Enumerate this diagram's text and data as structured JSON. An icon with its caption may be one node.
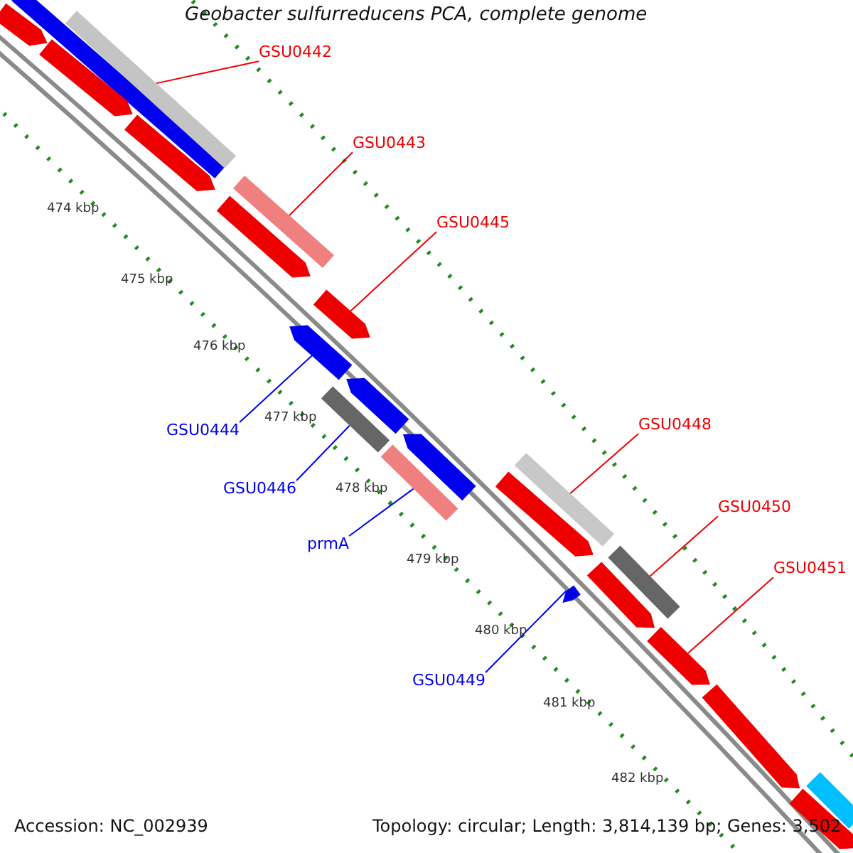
{
  "diagram": {
    "title": "Geobacter sulfurreducens PCA, complete genome",
    "nodes": [
      {
        "text": [
          "GSU0442"
        ]
      },
      {
        "text": [
          "GSU0443"
        ]
      },
      {
        "text": [
          "GSU0445"
        ]
      },
      {
        "text": [
          "GSU0444"
        ]
      },
      {
        "text": [
          "GSU0446"
        ]
      },
      {
        "text": [
          "prmA"
        ]
      },
      {
        "text": [
          "GSU0448"
        ]
      },
      {
        "text": [
          "GSU0450"
        ]
      },
      {
        "text": [
          "GSU0451"
        ]
      },
      {
        "text": [
          "GSU0449"
        ]
      },
      {
        "text": [],
        "shape": "bar"
      },
      {
        "text": [],
        "shape": "pentagon"
      },
      {
        "text": [],
        "shape": "pentagon"
      },
      {
        "text": [],
        "shape": "bar"
      },
      {
        "text": [],
        "shape": "pentagon"
      },
      {
        "text": [],
        "shape": "bar"
      },
      {
        "text": [],
        "shape": "pentagon"
      },
      {
        "text": [],
        "shape": "pentagon"
      },
      {
        "text": [],
        "shape": "pentagon"
      },
      {
        "text": [],
        "shape": "bar"
      },
      {
        "text": [],
        "shape": "pentagon"
      },
      {
        "text": [],
        "shape": "bar"
      },
      {
        "text": [],
        "shape": "pentagon"
      },
      {
        "text": [],
        "shape": "pentagon"
      },
      {
        "text": [],
        "shape": "bar"
      },
      {
        "text": [],
        "shape": "pentagon"
      },
      {
        "text": [],
        "shape": "pentagon"
      },
      {
        "text": [],
        "shape": "bar"
      },
      {
        "text": [],
        "shape": "pentagon"
      },
      {
        "text": [],
        "shape": "pentagon"
      },
      {
        "text": [],
        "shape": "pentagon"
      },
      {
        "text": [],
        "shape": "bar"
      }
    ],
    "edges": [
      {
        "from": 0,
        "to": 13,
        "arrow": "none"
      },
      {
        "from": 1,
        "to": 15,
        "arrow": "none"
      },
      {
        "from": 2,
        "to": 18,
        "arrow": "none"
      },
      {
        "from": 3,
        "to": 17,
        "arrow": "none",
        "color": "#0000ee"
      },
      {
        "from": 4,
        "to": 19,
        "arrow": "none",
        "color": "#0000ee"
      },
      {
        "from": 5,
        "to": 21,
        "arrow": "none",
        "color": "#0000ee"
      },
      {
        "from": 6,
        "to": 24,
        "arrow": "none"
      },
      {
        "from": 7,
        "to": 27,
        "arrow": "none"
      },
      {
        "from": 8,
        "to": 28,
        "arrow": "none"
      },
      {
        "from": 9,
        "to": 25,
        "arrow": "none",
        "color": "#0000ee"
      }
    ],
    "labels": [
      "474 kbp",
      "475 kbp",
      "476 kbp",
      "477 kbp",
      "478 kbp",
      "479 kbp",
      "480 kbp",
      "481 kbp",
      "482 kbp",
      "Accession: NC_002939",
      "Topology: circular; Length: 3,814,139 bp; Genes: 3,502"
    ]
  }
}
